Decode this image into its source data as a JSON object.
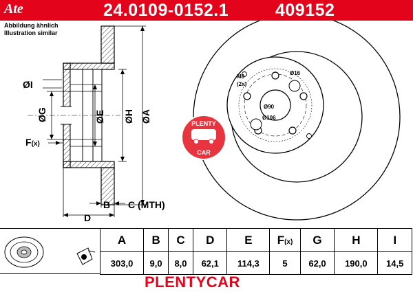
{
  "header": {
    "logo": "Ate",
    "part_number": "24.0109-0152.1",
    "ref_number": "409152",
    "note_line1": "Abbildung ähnlich",
    "note_line2": "Illustration similar"
  },
  "labels": {
    "dim_i": "ØI",
    "dim_g": "ØG",
    "dim_e": "ØE",
    "dim_h": "ØH",
    "dim_a": "ØA",
    "dim_f": "F",
    "dim_f_sub": "(x)",
    "dim_b": "B",
    "dim_c": "C (MTH)",
    "dim_d": "D",
    "bolt": "M8",
    "bolt_qty": "(2x)",
    "hole": "Ø16",
    "pcd_inner": "Ø90",
    "pcd_outer": "Ø106"
  },
  "watermark": {
    "top": "PLENTY",
    "bottom": "CAR",
    "color": "#e8343f"
  },
  "table": {
    "headers": [
      "A",
      "B",
      "C",
      "D",
      "E",
      "F",
      "G",
      "H",
      "I"
    ],
    "f_sub": "(x)",
    "values": [
      "303,0",
      "9,0",
      "8,0",
      "62,1",
      "114,3",
      "5",
      "62,0",
      "190,0",
      "14,5"
    ]
  },
  "brand": "PLENTYCAR",
  "colors": {
    "accent": "#e3041c",
    "line": "#000000",
    "hatch": "#000000"
  }
}
